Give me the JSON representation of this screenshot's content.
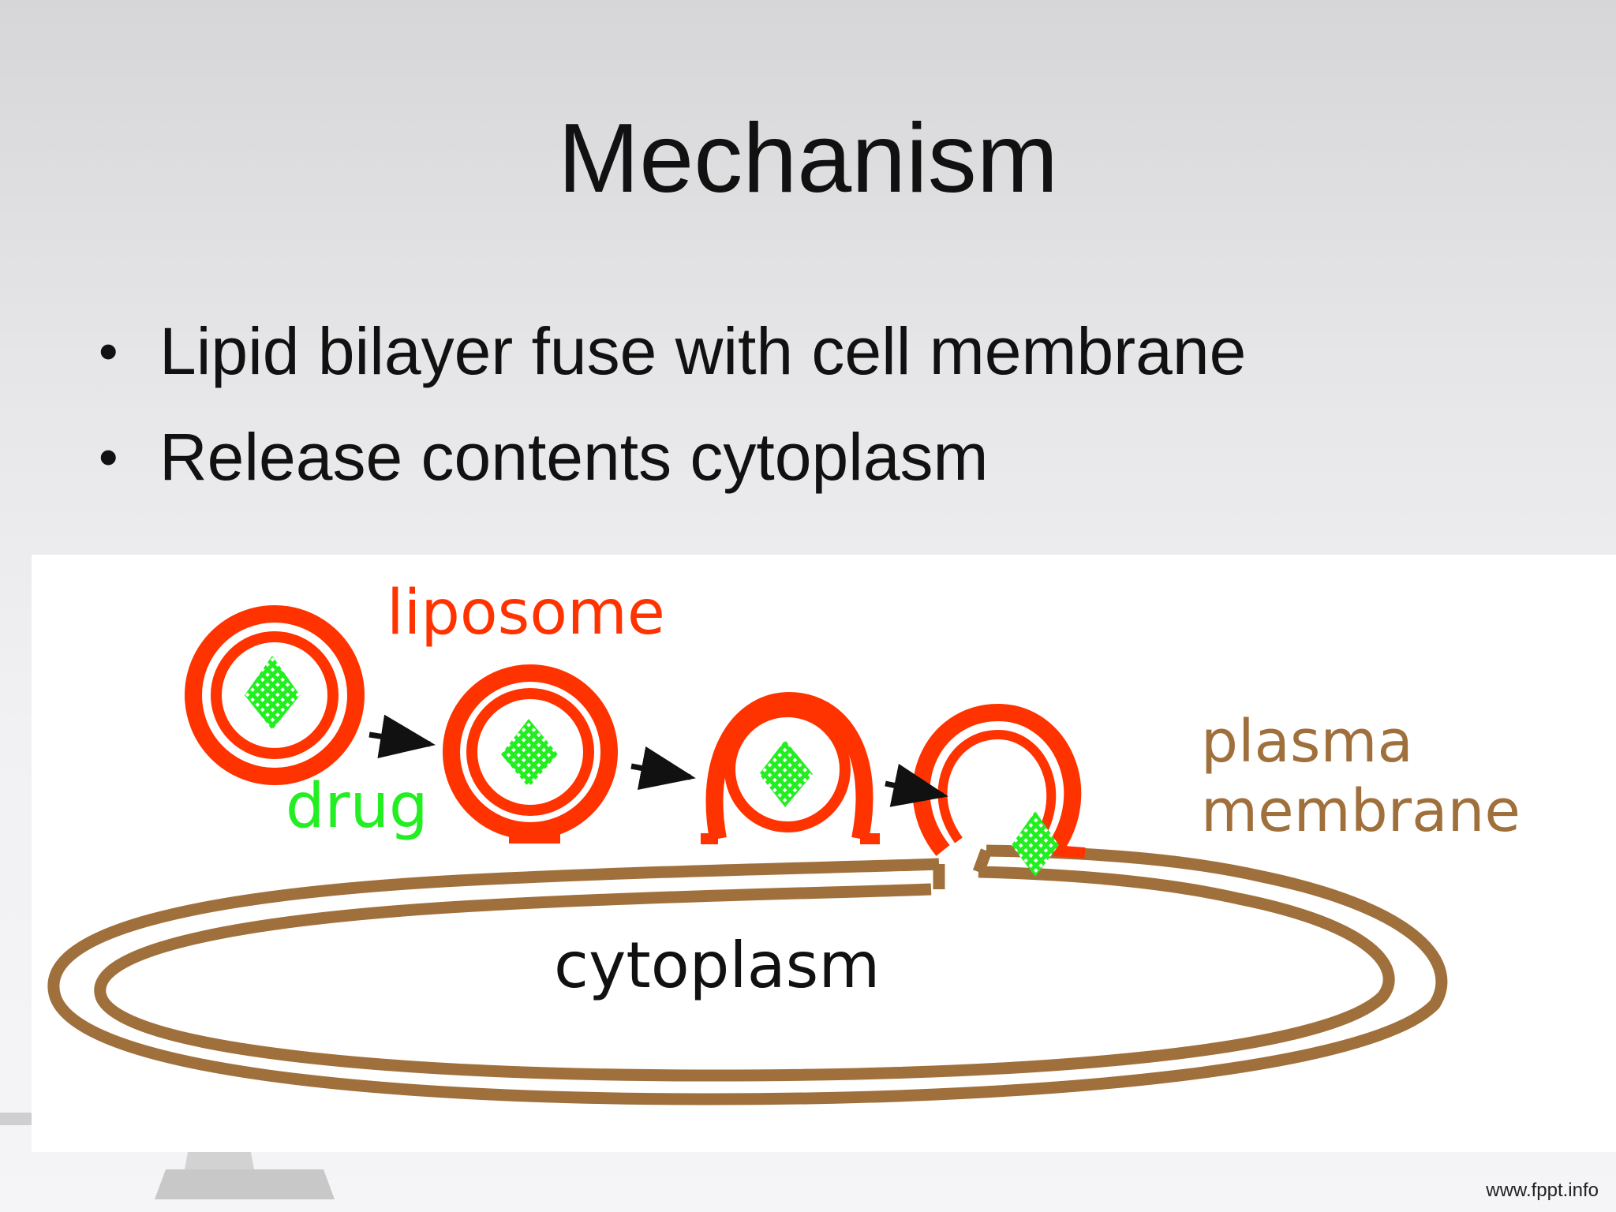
{
  "slide": {
    "title": "Mechanism",
    "bullets": [
      "Lipid bilayer fuse with cell membrane",
      "Release contents cytoplasm"
    ],
    "bullet_glyph": "•",
    "footer_url": "www.fppt.info"
  },
  "diagram": {
    "labels": {
      "liposome": "liposome",
      "drug": "drug",
      "plasma_line1": "plasma",
      "plasma_line2": "membrane",
      "cytoplasm": "cytoplasm"
    },
    "colors": {
      "liposome": "#ff3300",
      "drug": "#22ee22",
      "membrane": "#a0703c",
      "text_dark": "#111111"
    }
  }
}
